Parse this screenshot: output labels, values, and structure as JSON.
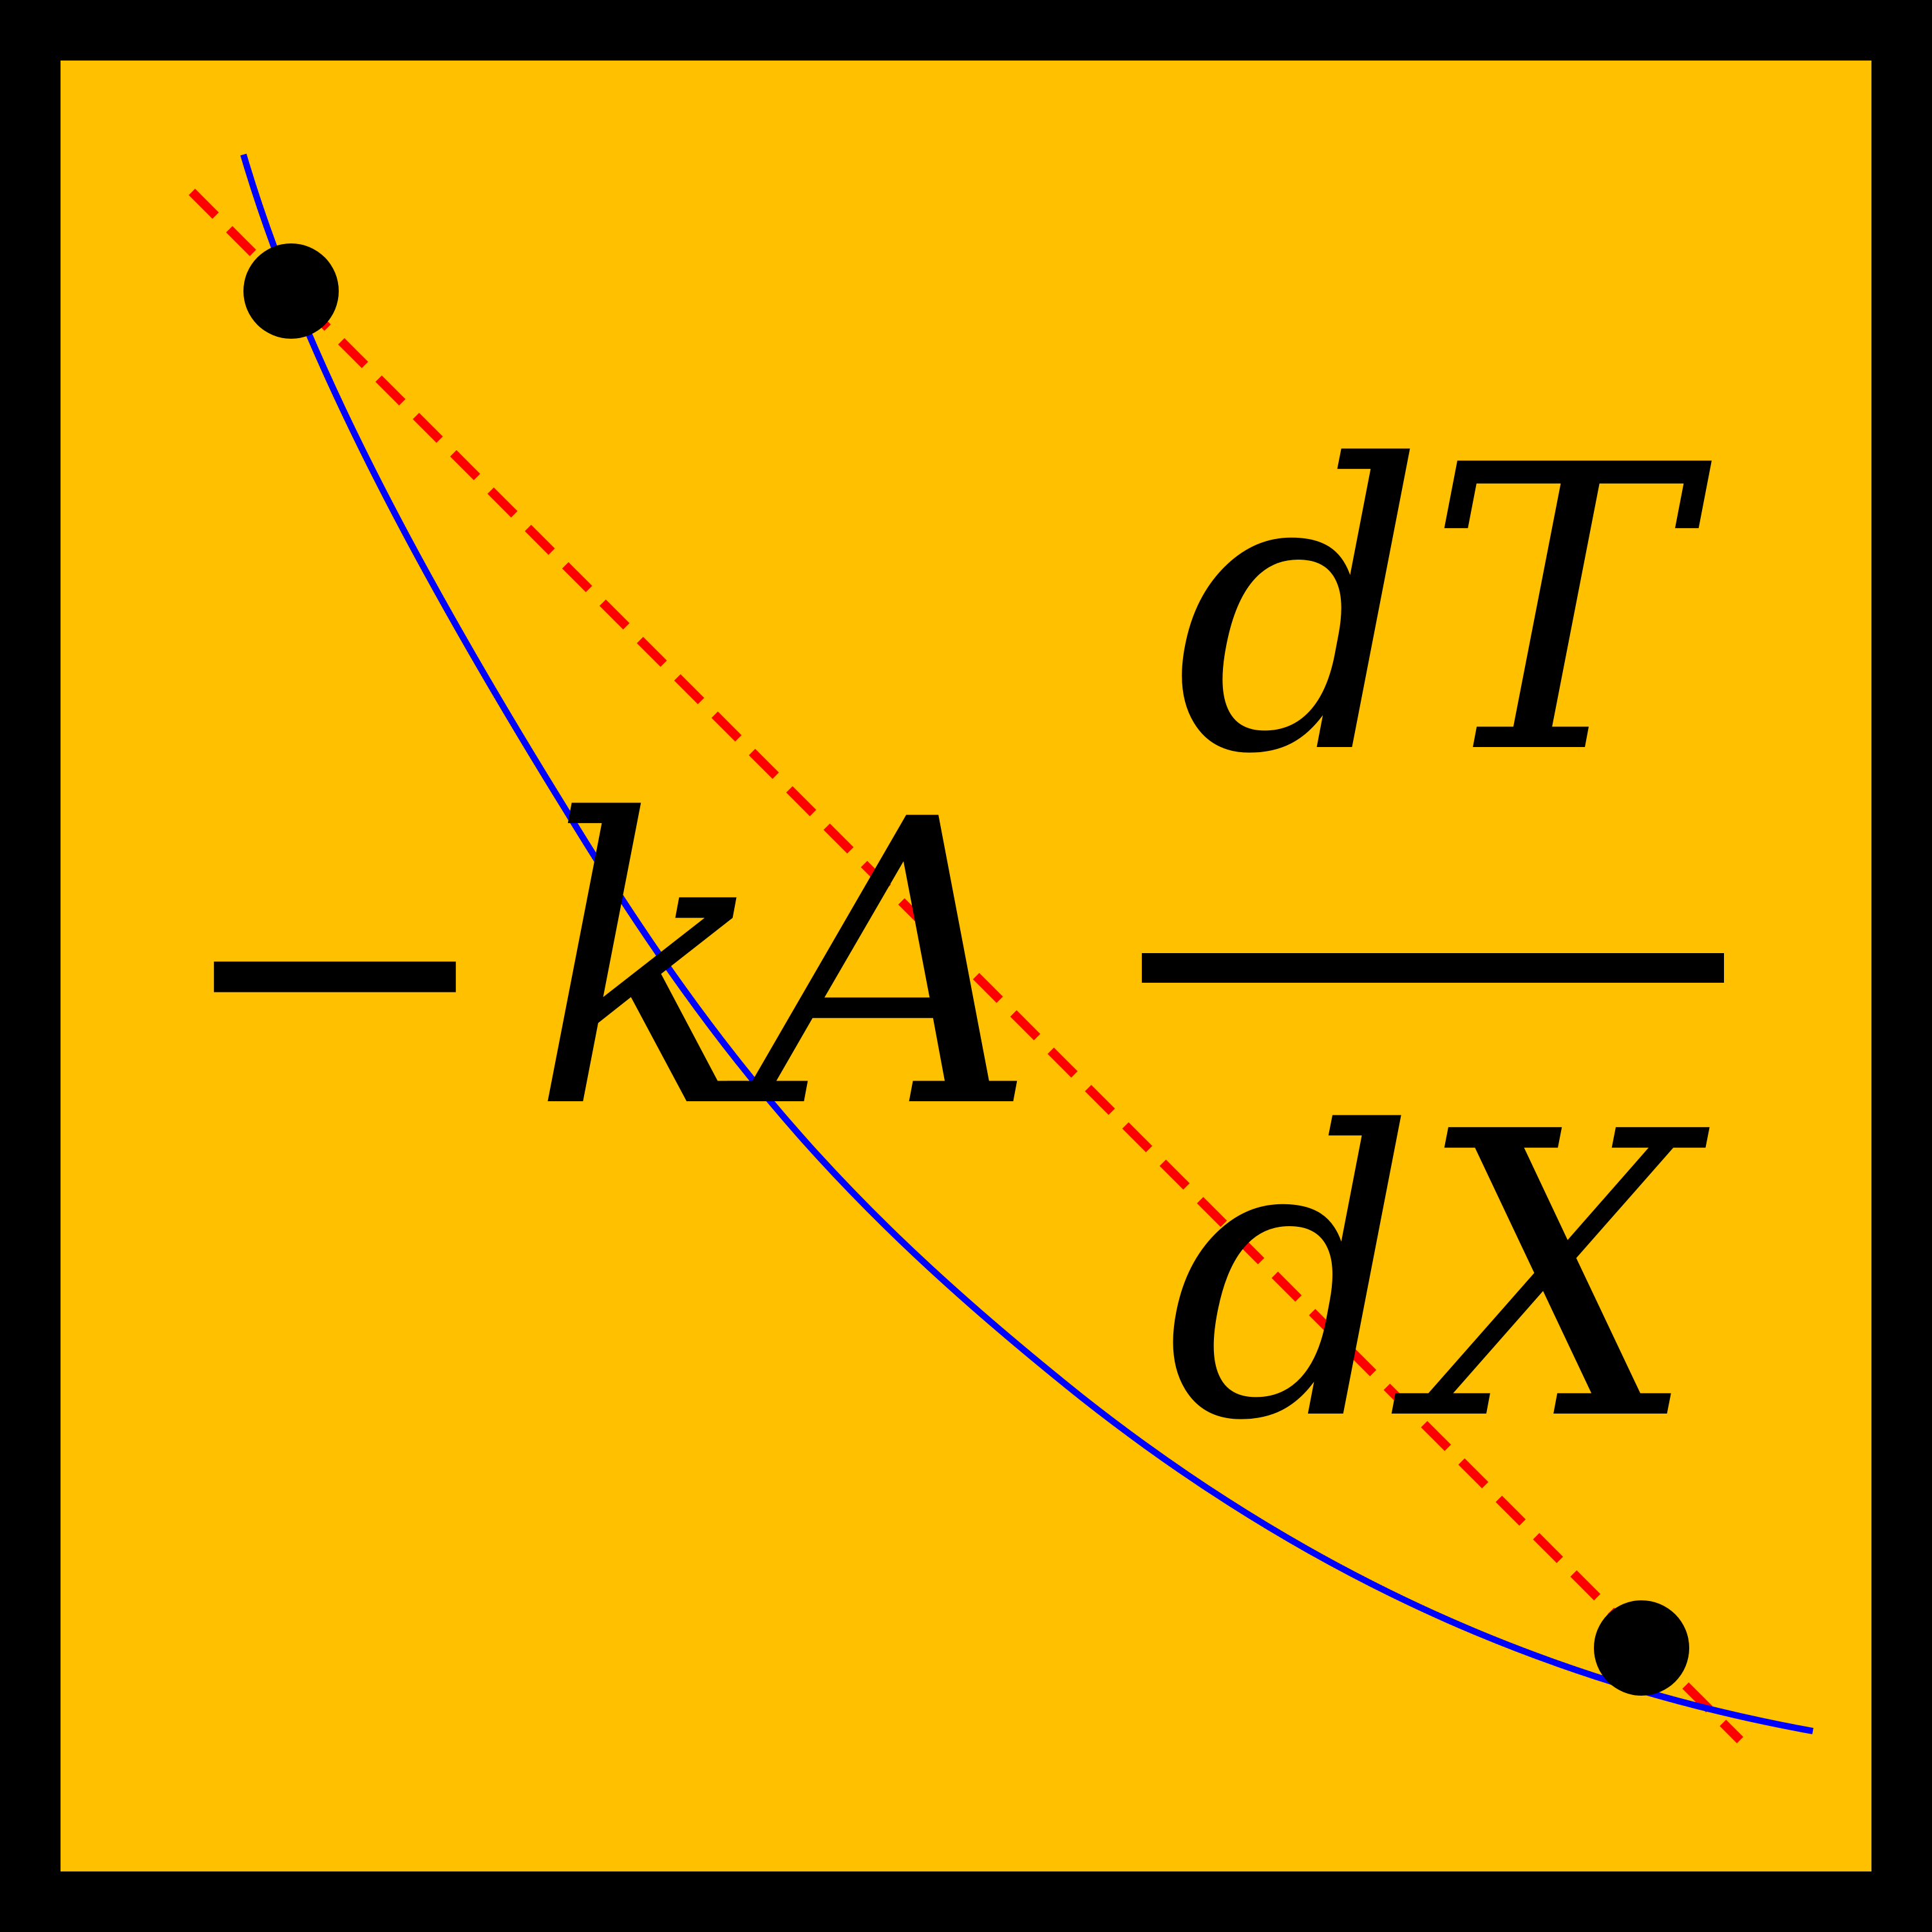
{
  "colors": {
    "frame": "#000000",
    "background": "#FFC000",
    "curve": "#0000FF",
    "tangent": "#FF0000",
    "points": "#000000",
    "text": "#000000"
  },
  "formula": {
    "minus": "−",
    "k": "k",
    "A": "A",
    "numerator": "dT",
    "denominator": "dX"
  },
  "graph": {
    "curve_style": "solid",
    "tangent_style": "dashed",
    "points_count": 2
  }
}
